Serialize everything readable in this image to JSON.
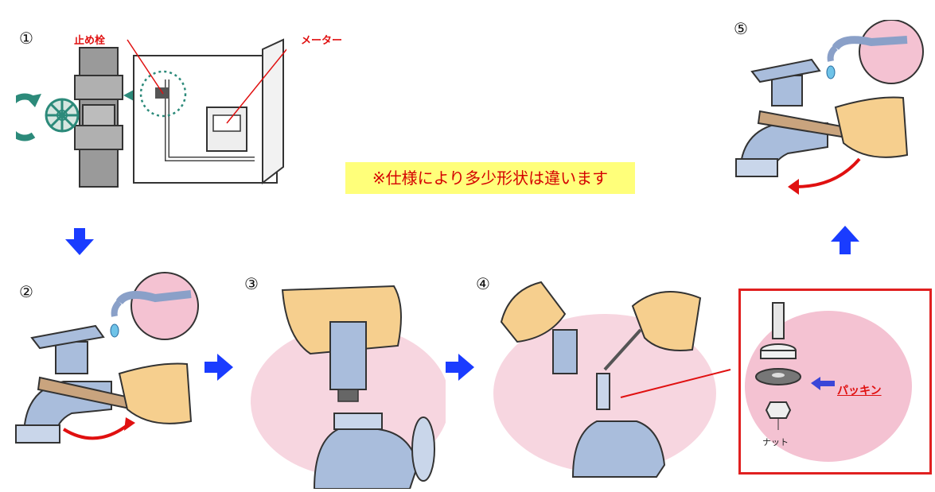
{
  "steps": [
    {
      "number": "①"
    },
    {
      "number": "②"
    },
    {
      "number": "③"
    },
    {
      "number": "④"
    },
    {
      "number": "⑤"
    }
  ],
  "labels": {
    "stopcock": "止め栓",
    "meter": "メーター",
    "note": "※仕様により多少形状は違います",
    "packing": "パッキン",
    "nut": "ナット"
  },
  "colors": {
    "arrow_blue": "#1a3cff",
    "label_red": "#e01010",
    "note_bg": "#ffff7a",
    "pipe_green": "#2c8a7a",
    "skin": "#f6cf8e",
    "metal": "#a9bddc",
    "pink_glow": "#f4c2d2"
  },
  "icons": [
    "rotate-arrow-icon",
    "down-arrow-icon",
    "right-arrow-icon",
    "up-arrow-icon",
    "red-curve-arrow-icon",
    "blue-left-arrow-icon"
  ]
}
